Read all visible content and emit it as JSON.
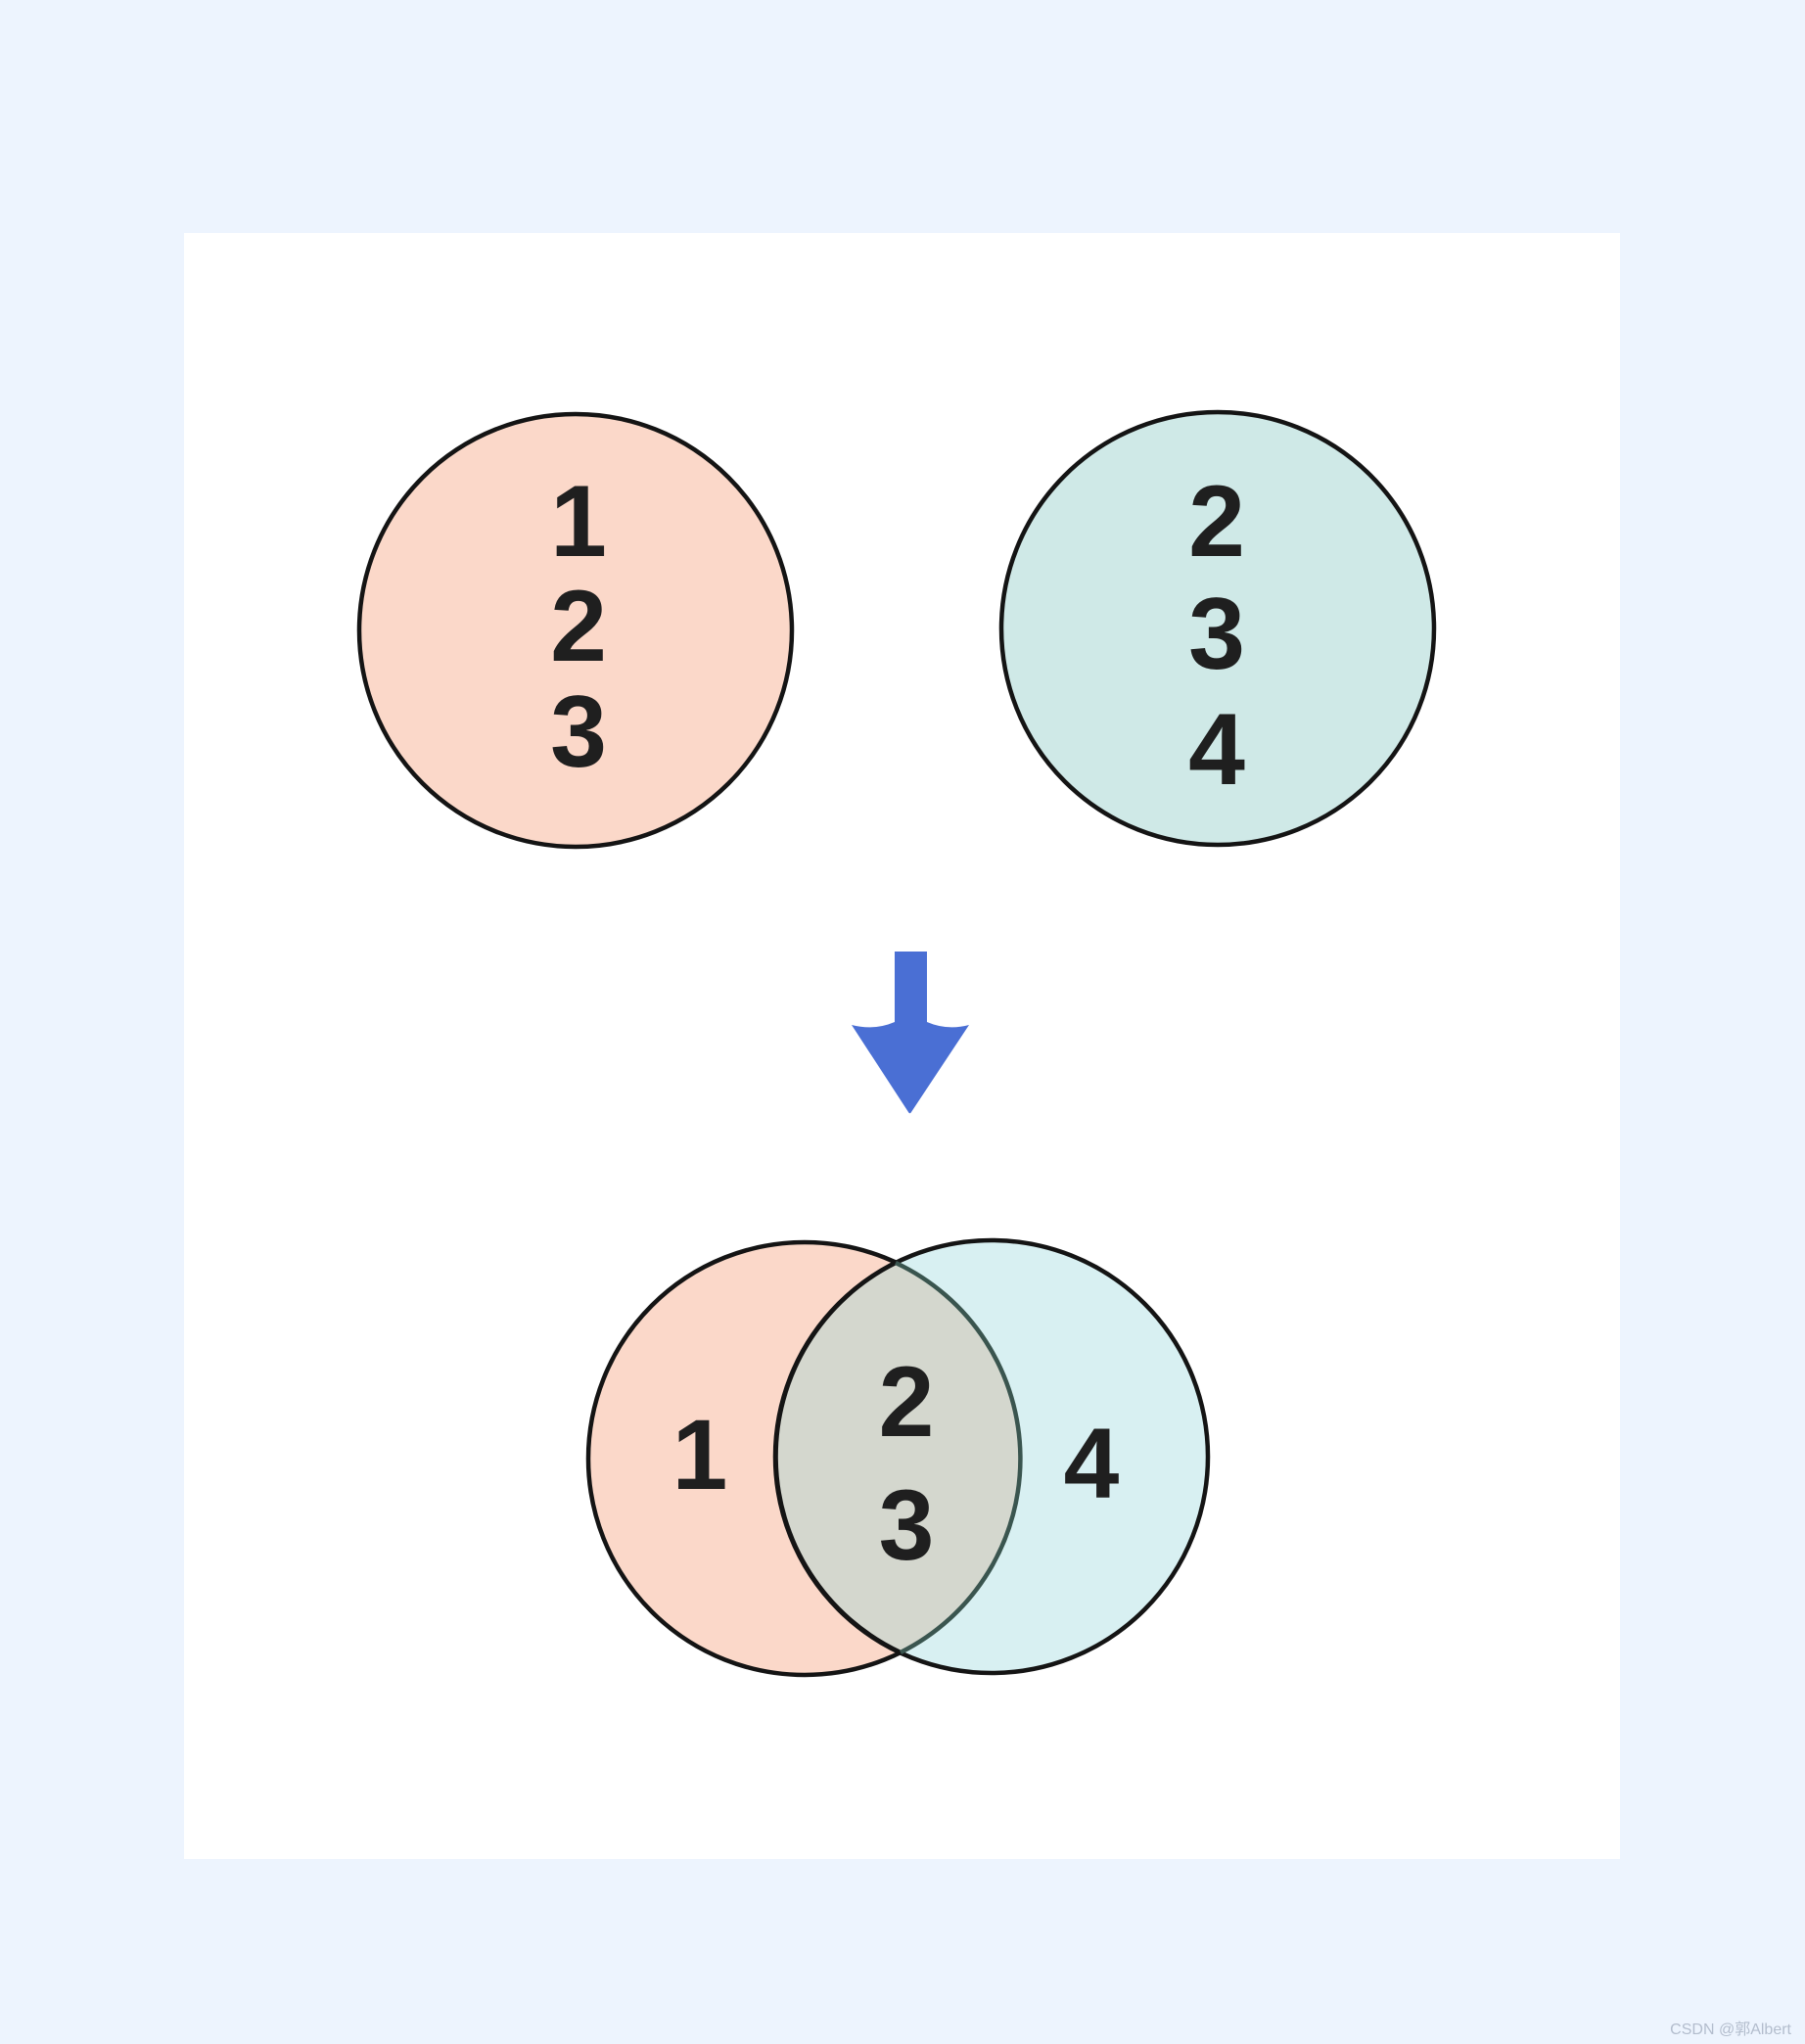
{
  "scene": {
    "background_color": "#edf4fe",
    "panel_color": "#ffffff",
    "outline_color": "#141414",
    "text_color": "#1f1f1f"
  },
  "set_a": {
    "fill": "#fbd8c9",
    "values": [
      "1",
      "2",
      "3"
    ]
  },
  "set_b": {
    "fill": "#cfe9e7",
    "values": [
      "2",
      "3",
      "4"
    ]
  },
  "arrow": {
    "direction": "down",
    "color": "#4a6fd4"
  },
  "venn": {
    "left": {
      "fill": "#fbd8c9",
      "label": "1"
    },
    "right": {
      "fill": "#d8f0f2",
      "label": "4"
    },
    "intersection": {
      "fill": "#d4d7ce",
      "arc_color": "#3a554f",
      "labels": [
        "2",
        "3"
      ]
    }
  },
  "watermark": {
    "text": "CSDN @郭Albert",
    "color": "#b3bdcd"
  }
}
